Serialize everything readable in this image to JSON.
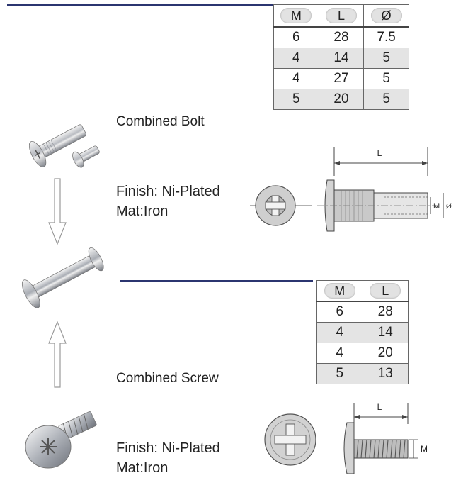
{
  "bolt": {
    "name": "Combined Bolt",
    "finish": "Finish: Ni-Plated",
    "material": "Mat:Iron",
    "table": {
      "headers": [
        "M",
        "L",
        "Ø"
      ],
      "rows": [
        [
          "6",
          "28",
          "7.5"
        ],
        [
          "4",
          "14",
          "5"
        ],
        [
          "4",
          "27",
          "5"
        ],
        [
          "5",
          "20",
          "5"
        ]
      ]
    },
    "dim_length": "L",
    "dim_m": "M",
    "dim_dia": "Ø"
  },
  "screw": {
    "name": "Combined Screw",
    "finish": "Finish: Ni-Plated",
    "material": "Mat:Iron",
    "table": {
      "headers": [
        "M",
        "L"
      ],
      "rows": [
        [
          "6",
          "28"
        ],
        [
          "4",
          "14"
        ],
        [
          "4",
          "20"
        ],
        [
          "5",
          "13"
        ]
      ]
    },
    "dim_length": "L",
    "dim_m": "M"
  }
}
